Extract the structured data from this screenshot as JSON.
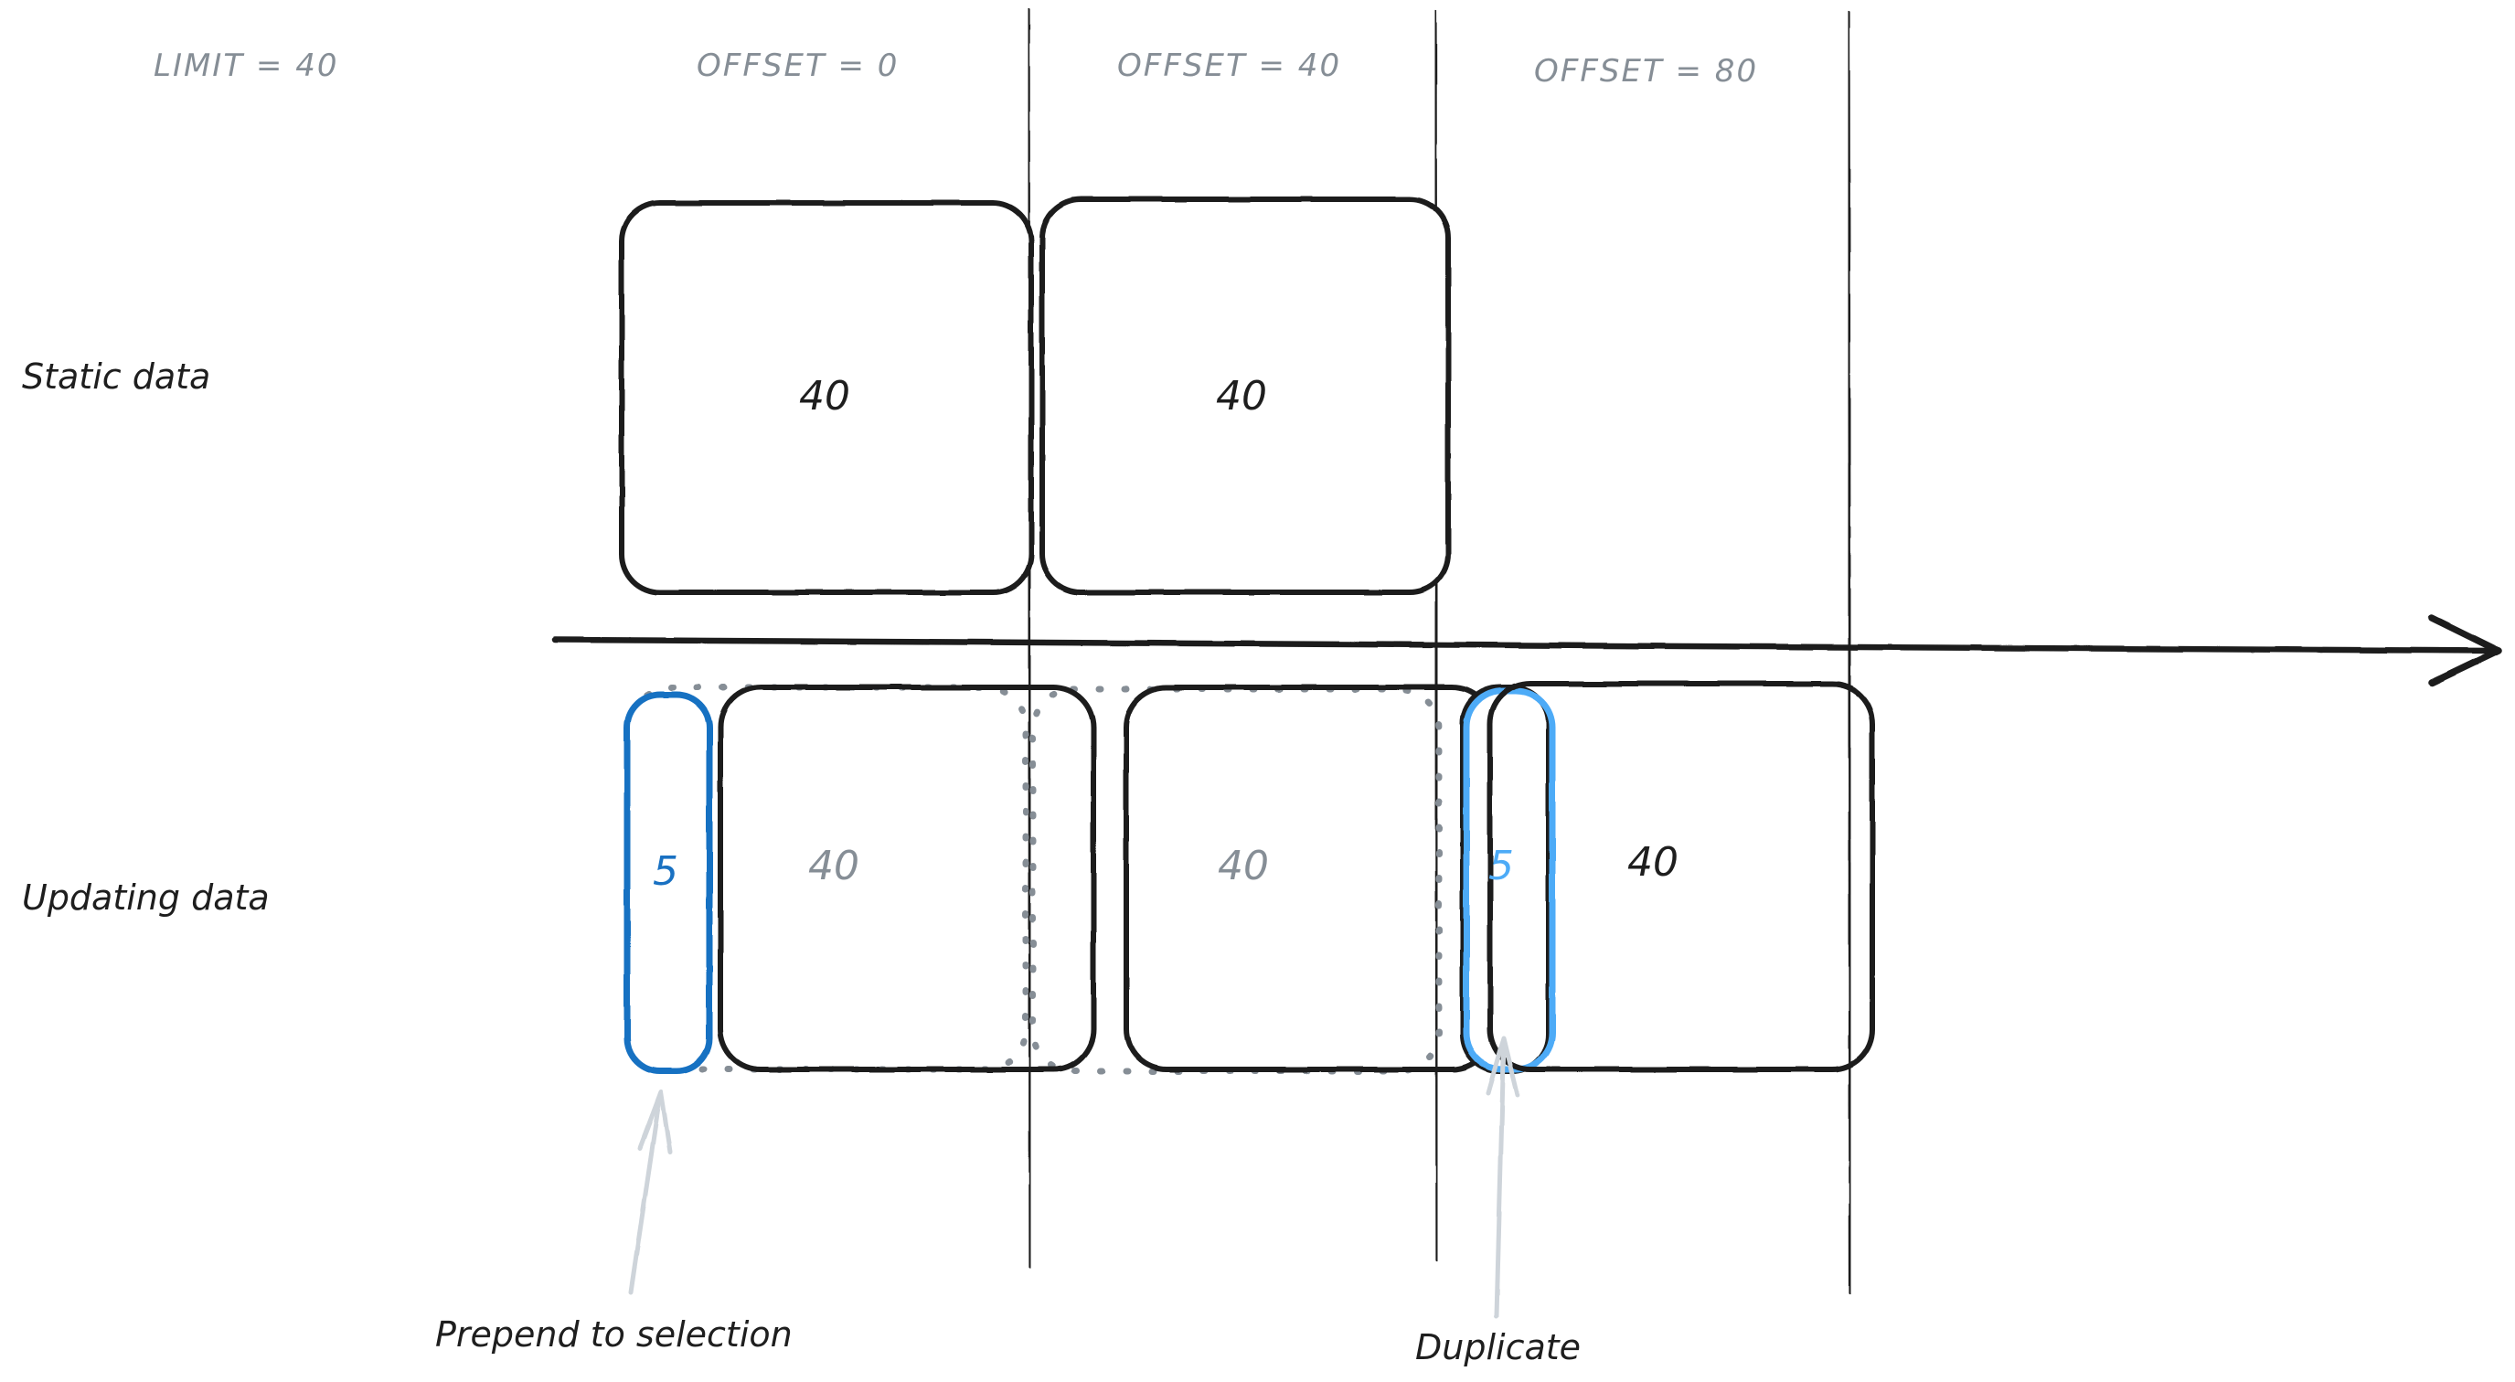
{
  "diagram": {
    "title_axis": "time-axis",
    "colors": {
      "ink": "#1e1e1e",
      "muted": "#868e96",
      "blue_dark": "#1971c2",
      "blue_light": "#4dabf7",
      "dashed_ghost": "#868e96",
      "arrow_annotation": "#ced4da",
      "background": "#ffffff"
    }
  },
  "headers": {
    "limit": "LIMIT = 40",
    "offsets": [
      {
        "label": "OFFSET = 0"
      },
      {
        "label": "OFFSET = 40"
      },
      {
        "label": "OFFSET = 80"
      }
    ]
  },
  "rows": [
    {
      "key": "static",
      "label": "Static data"
    },
    {
      "key": "updating",
      "label": "Updating data"
    }
  ],
  "static_row": {
    "boxes": [
      {
        "value": "40",
        "style": "solid-black",
        "text_color": "ink"
      },
      {
        "value": "40",
        "style": "solid-black",
        "text_color": "ink"
      }
    ]
  },
  "updating_row": {
    "boxes": [
      {
        "value": "5",
        "style": "solid-blue-dark",
        "text_color": "blue_dark",
        "kind": "prepended-chunk"
      },
      {
        "value": "40",
        "style": "solid-black",
        "text_color": "muted",
        "kind": "shifted-page"
      },
      {
        "value": "40",
        "style": "solid-black",
        "text_color": "muted",
        "kind": "shifted-page"
      },
      {
        "value": "5",
        "style": "solid-blue-light",
        "text_color": "blue_light",
        "kind": "duplicate-chunk"
      },
      {
        "value": "40",
        "style": "solid-black",
        "text_color": "ink",
        "kind": "shifted-page"
      }
    ],
    "ghost_outlines": [
      {
        "style": "dashed-gray",
        "note": "original page 1 position"
      },
      {
        "style": "dashed-gray",
        "note": "original page 2 position"
      }
    ]
  },
  "annotations": [
    {
      "id": "prepend",
      "label": "Prepend to selection"
    },
    {
      "id": "duplicate",
      "label": "Duplicate"
    }
  ]
}
